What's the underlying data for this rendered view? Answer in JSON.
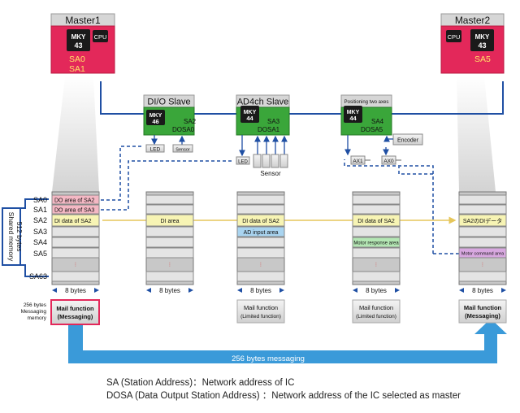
{
  "masters": [
    {
      "title": "Master1",
      "chip": [
        "MKY",
        "43"
      ],
      "cpu": "CPU",
      "sa": [
        "SA0",
        "SA1"
      ]
    },
    {
      "title": "Master2",
      "chip": [
        "MKY",
        "43"
      ],
      "cpu": "CPU",
      "sa": [
        "SA5"
      ]
    }
  ],
  "slaves": {
    "dio": {
      "title": "DI/O Slave",
      "chip": [
        "MKY",
        "46"
      ],
      "sa": "SA2",
      "dosa": "DOSA0",
      "led": "LED",
      "sensor": "Sensor"
    },
    "ad": {
      "title": "AD4ch Slave",
      "chip": [
        "MKY",
        "44"
      ],
      "sa": "SA3",
      "dosa": "DOSA1",
      "led": "LED",
      "sensor": "Sensor"
    },
    "pos": {
      "title": "Positioning two axes",
      "chip": [
        "MKY",
        "44"
      ],
      "sa": "SA4",
      "dosa": "DOSA5",
      "encoder": "Encoder",
      "ax1": "AX1",
      "ax0": "AX0"
    }
  },
  "shared_memory": {
    "label_top": "Shared memory",
    "label_bottom": "512 bytes",
    "addresses": [
      "SA0",
      "SA1",
      "SA2",
      "SA3",
      "SA4",
      "SA5",
      "SA63"
    ]
  },
  "columns": {
    "master1": {
      "rows": [
        "DO area of SA2",
        "DO area of SA3",
        "DI data of SA2"
      ]
    },
    "dio": {
      "rows": [
        "DI area"
      ]
    },
    "ad": {
      "rows": [
        "DI data of SA2",
        "AD input area"
      ]
    },
    "pos": {
      "rows": [
        "DI data of SA2",
        "Motor response area"
      ]
    },
    "master2": {
      "rows": [
        "SA2のDIデータ",
        "Motor command area"
      ]
    }
  },
  "bytes_label": "8 bytes",
  "mail": {
    "side_label": [
      "256 bytes",
      "Messaging",
      "memory"
    ],
    "master1": [
      "Mail function",
      "(Messaging)"
    ],
    "dio": [
      "Mail function",
      "(Limited function)"
    ],
    "pos": [
      "Mail function",
      "(Limited function)"
    ],
    "master2": [
      "Mail function",
      "(Messaging)"
    ]
  },
  "messaging_label": "256 bytes messaging",
  "legend": [
    "SA (Station Address)：Network address of IC",
    "DOSA (Data Output Station Address) ：Network address of the IC selected as master"
  ],
  "colors": {
    "master_red": "#e3285a",
    "slave_green": "#3aa63a",
    "network_blue": "#1f4fa3",
    "chip_black": "#1a1a1a",
    "sa_yellow": "#ffe066",
    "row_pink": "#f4b8c4",
    "row_yellow": "#f7f4b4",
    "row_blue": "#a9d4f0",
    "row_green": "#b4e7b4",
    "row_purple": "#d8a8e0",
    "mail_arrow": "#3a9ad9"
  }
}
